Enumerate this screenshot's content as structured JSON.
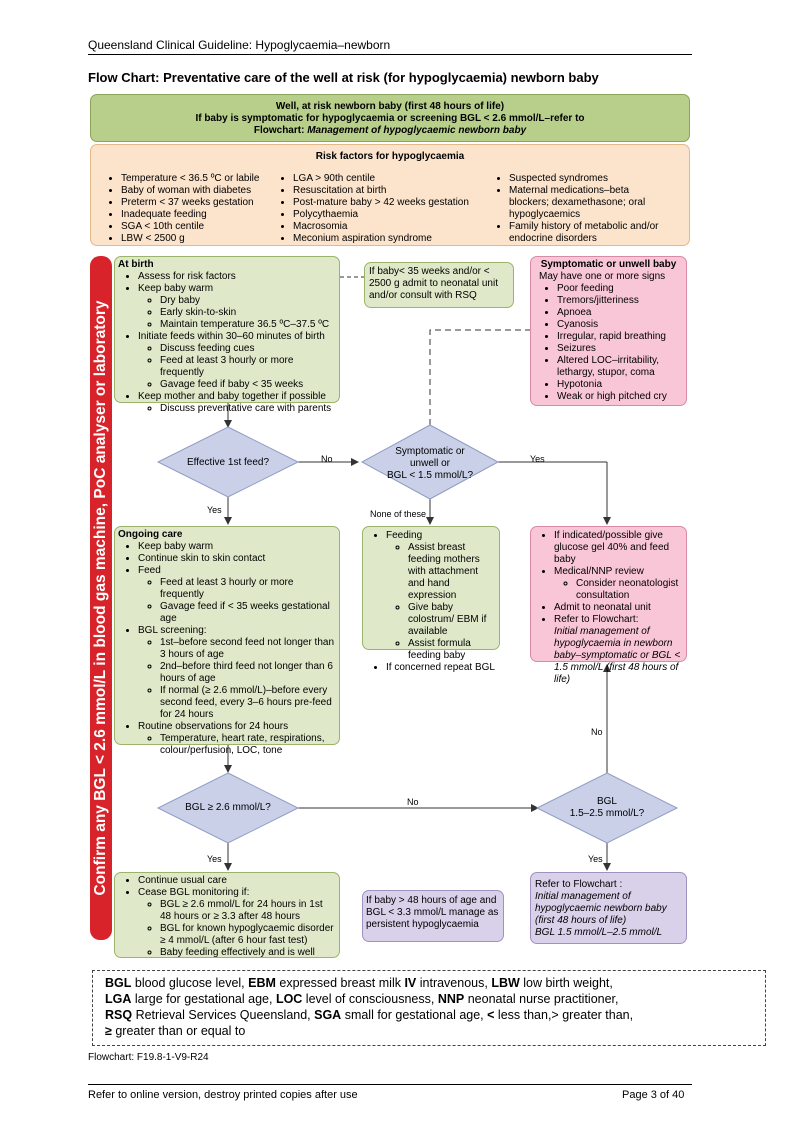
{
  "header": {
    "guideline": "Queensland Clinical Guideline: Hypoglycaemia–newborn",
    "title": "Flow Chart: Preventative care of the well at risk (for hypoglycaemia) newborn baby"
  },
  "top_box": {
    "line1": "Well, at risk newborn baby (first 48 hours of life)",
    "line2": "If baby is symptomatic for hypoglycaemia or screening BGL < 2.6 mmol/L–refer to",
    "line3_prefix": "Flowchart: ",
    "line3_italic": "Management of hypoglycaemic newborn baby"
  },
  "risk": {
    "title": "Risk factors for hypoglycaemia",
    "col1": [
      "Temperature < 36.5 ºC or labile",
      "Baby of woman with diabetes",
      "Preterm < 37 weeks gestation",
      "Inadequate feeding",
      "SGA < 10th centile",
      "LBW < 2500 g"
    ],
    "col2": [
      "LGA > 90th centile",
      "Resuscitation at birth",
      "Post-mature baby > 42 weeks gestation",
      "Polycythaemia",
      "Macrosomia",
      "Meconium aspiration syndrome"
    ],
    "col3": [
      "Suspected syndromes",
      "Maternal medications–beta blockers; dexamethasone; oral hypoglycaemics",
      "Family history of metabolic and/or endocrine disorders"
    ]
  },
  "side_bar": "Confirm any BGL < 2.6 mmol/L in blood gas machine, PoC analyser or laboratory",
  "at_birth": {
    "title": "At birth",
    "i1": "Assess for risk factors",
    "i2": "Keep baby warm",
    "i2_sub": [
      "Dry baby",
      "Early skin-to-skin",
      "Maintain temperature 36.5 ºC–37.5 ºC"
    ],
    "i3": "Initiate feeds within 30–60 minutes of birth",
    "i3_sub": [
      "Discuss feeding cues",
      "Feed at least 3 hourly or more frequently",
      "Gavage feed if baby < 35 weeks"
    ],
    "i4": "Keep mother and baby together if possible",
    "i4_sub": [
      "Discuss preventative care with parents"
    ]
  },
  "admit_note": "If baby< 35 weeks and/or < 2500 g admit  to neonatal unit and/or consult with RSQ",
  "symptomatic": {
    "title": "Symptomatic or unwell baby",
    "subtitle": "May have one or more signs",
    "items": [
      "Poor feeding",
      "Tremors/jitteriness",
      "Apnoea",
      "Cyanosis",
      "Irregular, rapid breathing",
      "Seizures",
      "Altered LOC–irritability, lethargy, stupor, coma",
      "Hypotonia",
      "Weak or high pitched cry"
    ]
  },
  "decisions": {
    "effective_feed": "Effective 1st feed?",
    "symptomatic_q1": "Symptomatic or",
    "symptomatic_q2": "unwell or",
    "symptomatic_q3": "BGL < 1.5 mmol/L?",
    "bgl_ge": "BGL ≥ 2.6 mmol/L?",
    "bgl_range1": "BGL",
    "bgl_range2": "1.5–2.5 mmol/L?"
  },
  "edge_labels": {
    "no1": "No",
    "yes1": "Yes",
    "yes_feed": "Yes",
    "none": "None of these",
    "no_bgl": "No",
    "yes_bgl": "Yes",
    "no_range": "No",
    "yes_range": "Yes"
  },
  "ongoing": {
    "title": "Ongoing care",
    "i1": "Keep baby warm",
    "i2": "Continue skin to skin contact",
    "i3": "Feed",
    "i3_sub": [
      "Feed at least 3 hourly or more frequently",
      "Gavage feed if < 35 weeks gestational age"
    ],
    "i4": "BGL screening:",
    "i4_sub": [
      "1st–before second feed not longer than 3 hours of age",
      "2nd–before third feed not longer than 6 hours of age",
      "If normal (≥ 2.6 mmol/L)–before every second feed, every 3–6 hours pre-feed for 24 hours"
    ],
    "i5": "Routine observations for 24 hours",
    "i5_sub": [
      "Temperature, heart rate, respirations, colour/perfusion, LOC, tone"
    ]
  },
  "feeding": {
    "i1": "Feeding",
    "i1_sub": [
      "Assist breast feeding mothers with attachment and hand expression",
      "Give baby colostrum/ EBM if available",
      "Assist formula feeding baby"
    ],
    "i2": "If concerned repeat BGL"
  },
  "indicated": {
    "i1": "If indicated/possible give glucose gel 40% and feed baby",
    "i2": "Medical/NNP review",
    "i2_sub": [
      "Consider neonatologist consultation"
    ],
    "i3": "Admit to neonatal unit",
    "i4": "Refer to Flowchart:",
    "i4_italic": "Initial management of hypoglycaemia in newborn baby–symptomatic or BGL < 1.5 mmol/L (first 48 hours of life)"
  },
  "usual": {
    "i1": "Continue usual care",
    "i2": "Cease BGL monitoring if:",
    "i2_sub": [
      "BGL ≥ 2.6 mmol/L for 24 hours in 1st 48 hours or  ≥ 3.3 after 48 hours",
      "BGL for known hypoglycaemic disorder ≥ 4 mmol/L (after 6 hour fast test)",
      "Baby feeding effectively and is well"
    ]
  },
  "persistent": "If baby > 48 hours of age and BGL < 3.3 mmol/L manage as persistent hypoglycaemia",
  "refer_range": {
    "line1": "Refer to Flowchart :",
    "italic": "Initial management of hypoglycaemic newborn baby (first 48 hours of life)",
    "line3": "BGL 1.5 mmol/L–2.5 mmol/L"
  },
  "abbreviations": [
    {
      "term": "BGL",
      "def": " blood glucose level, "
    },
    {
      "term": "EBM",
      "def": " expressed breast milk "
    },
    {
      "term": "IV",
      "def": " intravenous, "
    },
    {
      "term": "LBW",
      "def": " low birth weight,"
    },
    {
      "term": "LGA",
      "def": " large for gestational age, "
    },
    {
      "term": "LOC",
      "def": " level of consciousness, "
    },
    {
      "term": "NNP",
      "def": " neonatal nurse practitioner,"
    },
    {
      "term": "RSQ",
      "def": " Retrieval Services Queensland, "
    },
    {
      "term": "SGA",
      "def": " small for gestational age, "
    },
    {
      "term": "<",
      "def": " less than,> greater than,"
    },
    {
      "term": "≥",
      "def": " greater than or equal to"
    }
  ],
  "footer": {
    "flowchart_id": "Flowchart: F19.8-1-V9-R24",
    "left": "Refer to online version, destroy printed copies after use",
    "right": "Page 3 of 40"
  }
}
